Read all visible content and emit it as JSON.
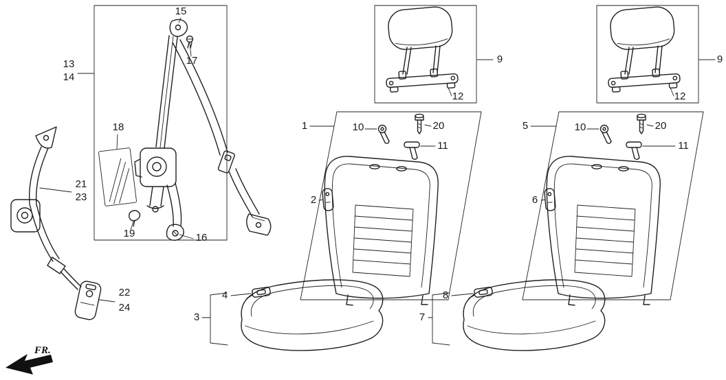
{
  "figure": {
    "type": "parts-diagram",
    "subject": "front seat and seat belt exploded parts diagram",
    "direction_label": "FR."
  },
  "colors": {
    "ink": "#1f1f1f",
    "background": "#ffffff"
  },
  "callouts": [
    {
      "part": "shoulder-belt-assembly",
      "text": "13"
    },
    {
      "part": "shoulder-belt-assembly-b",
      "text": "14"
    },
    {
      "part": "upper-anchor-plate",
      "text": "15"
    },
    {
      "part": "upper-anchor-bolt",
      "text": "17"
    },
    {
      "part": "caution-label",
      "text": "18"
    },
    {
      "part": "outer-belt-assembly",
      "text": "21"
    },
    {
      "part": "outer-belt-assembly-b",
      "text": "23"
    },
    {
      "part": "belt-clip",
      "text": "19"
    },
    {
      "part": "lower-anchor-bolt",
      "text": "16"
    },
    {
      "part": "buckle-assembly",
      "text": "22"
    },
    {
      "part": "buckle-assembly-b",
      "text": "24"
    },
    {
      "part": "seat-back-left",
      "text": "1"
    },
    {
      "part": "recliner-strap-left",
      "text": "2"
    },
    {
      "part": "seat-cushion-left",
      "text": "3"
    },
    {
      "part": "cushion-strap-left",
      "text": "4"
    },
    {
      "part": "adjuster-knob-left",
      "text": "10"
    },
    {
      "part": "seat-bolt-left",
      "text": "20"
    },
    {
      "part": "adjuster-handle-left",
      "text": "11"
    },
    {
      "part": "headrest-left",
      "text": "9"
    },
    {
      "part": "headrest-guide-left",
      "text": "12"
    },
    {
      "part": "seat-back-right",
      "text": "5"
    },
    {
      "part": "recliner-strap-right",
      "text": "6"
    },
    {
      "part": "seat-cushion-right",
      "text": "7"
    },
    {
      "part": "cushion-strap-right",
      "text": "8"
    },
    {
      "part": "adjuster-knob-right",
      "text": "10"
    },
    {
      "part": "seat-bolt-right",
      "text": "20"
    },
    {
      "part": "adjuster-handle-right",
      "text": "11"
    },
    {
      "part": "headrest-right",
      "text": "9"
    },
    {
      "part": "headrest-guide-right",
      "text": "12"
    }
  ]
}
